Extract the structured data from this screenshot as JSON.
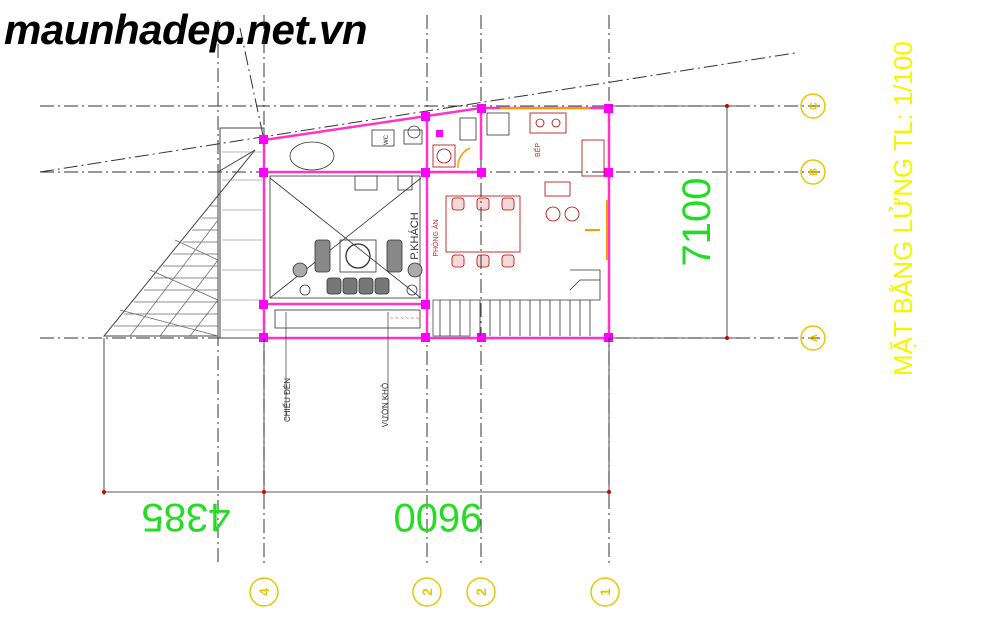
{
  "watermark": "maunhadep.net.vn",
  "title": "MẶT BẰNG LỬNG TL: 1/100",
  "dimensions": {
    "overall_height": "7100",
    "width_main": "9600",
    "width_side": "4385"
  },
  "rooms": {
    "living": "P.KHÁCH",
    "dining": "PHÒNG ĂN",
    "kitchen": "BẾP",
    "wc": "WC"
  },
  "labels": {
    "light": "CHIẾU ĐÈN",
    "garden": "VƯỜN KHÔ"
  },
  "grid": {
    "rows": [
      "C",
      "B",
      "A"
    ],
    "cols": [
      "4",
      "2",
      "2",
      "1"
    ]
  },
  "colors": {
    "wall": "#ff33cc",
    "column": "#ff00ff",
    "dimension": "#22dd22",
    "title": "#f5f500",
    "axis": "#e6c800"
  }
}
